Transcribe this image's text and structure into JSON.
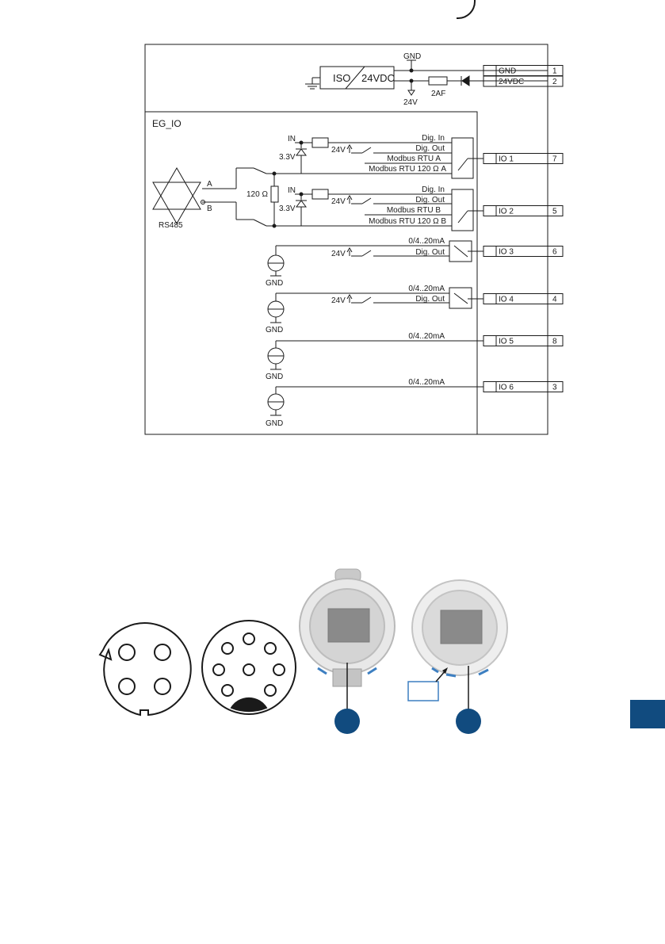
{
  "colors": {
    "line": "#1a1a1a",
    "accent": "#114b7f",
    "callout": "#3d7fc1",
    "display": "#8a8a8a",
    "housing": "#d9d9d9"
  },
  "schematic": {
    "power": {
      "iso_label": "ISO",
      "vdc_label": "24VDC",
      "gnd_label": "GND",
      "v24_label": "24V",
      "fuse_label": "2AF"
    },
    "module_label": "EG_IO",
    "rs485": {
      "label": "RS485",
      "line_a": "A",
      "line_b": "B",
      "resistor_label": "120 Ω"
    },
    "channels": {
      "io1": {
        "in_label": "IN",
        "v33": "3.3V",
        "v24": "24V",
        "lines": [
          "Dig. In",
          "Dig. Out",
          "Modbus RTU A",
          "Modbus RTU 120  Ω A"
        ]
      },
      "io2": {
        "in_label": "IN",
        "v33": "3.3V",
        "v24": "24V",
        "lines": [
          "Dig. In",
          "Dig. Out",
          "Modbus RTU B",
          "Modbus RTU 120  Ω B"
        ]
      },
      "io3": {
        "v24": "24V",
        "analog": "0/4..20mA",
        "dig_out": "Dig. Out",
        "gnd": "GND"
      },
      "io4": {
        "v24": "24V",
        "analog": "0/4..20mA",
        "dig_out": "Dig. Out",
        "gnd": "GND"
      },
      "io5": {
        "analog": "0/4..20mA",
        "gnd": "GND"
      },
      "io6": {
        "analog": "0/4..20mA",
        "gnd": "GND"
      }
    },
    "terminals": [
      {
        "label": "GND",
        "pin": "1"
      },
      {
        "label": "24VDC",
        "pin": "2"
      },
      {
        "label": "IO 1",
        "pin": "7"
      },
      {
        "label": "IO 2",
        "pin": "5"
      },
      {
        "label": "IO 3",
        "pin": "6"
      },
      {
        "label": "IO 4",
        "pin": "4"
      },
      {
        "label": "IO 5",
        "pin": "8"
      },
      {
        "label": "IO 6",
        "pin": "3"
      }
    ]
  },
  "connectors": {
    "four_pin": {
      "pin_count": 4
    },
    "eight_pin": {
      "pin_count": 8
    }
  },
  "devices": {
    "device_1": {
      "callout_label": ""
    },
    "device_2": {
      "callout_label": "",
      "box_label": ""
    }
  }
}
